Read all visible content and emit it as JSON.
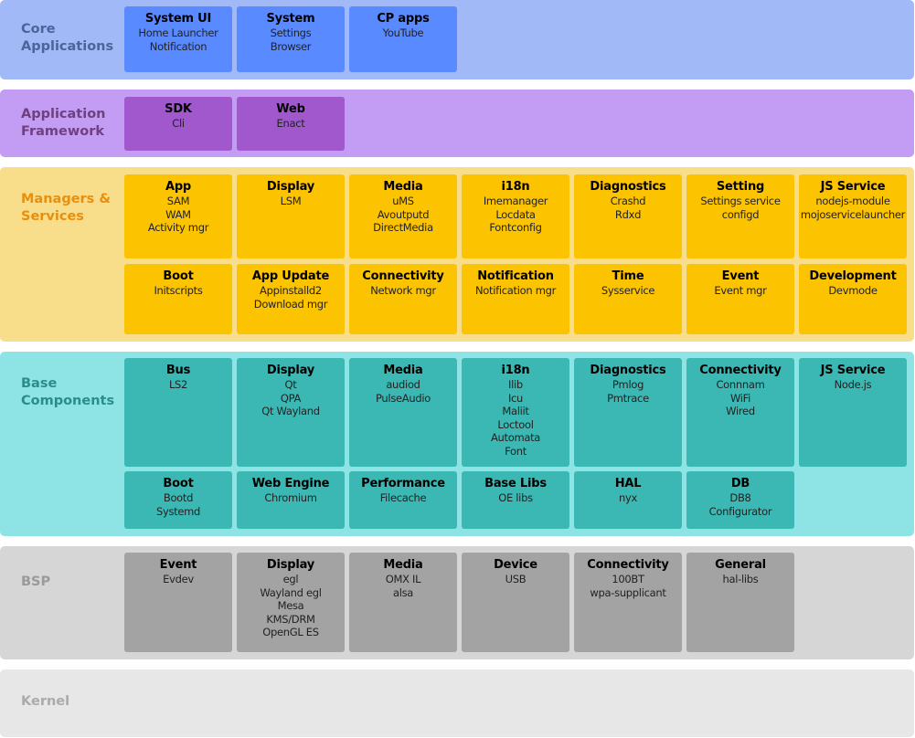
{
  "layers": [
    {
      "label": "Core\nApplications",
      "colors": {
        "bg": "#a2b9f7",
        "box": "#5a8aff"
      },
      "boxes": [
        {
          "title": "System UI",
          "items": [
            "Home Launcher",
            "Notification"
          ]
        },
        {
          "title": "System",
          "items": [
            "Settings",
            "Browser"
          ]
        },
        {
          "title": "CP apps",
          "items": [
            "YouTube"
          ]
        }
      ]
    },
    {
      "label": "Application\nFramework",
      "colors": {
        "bg": "#c39df4",
        "box": "#a058cc"
      },
      "boxes": [
        {
          "title": "SDK",
          "items": [
            "Cli"
          ]
        },
        {
          "title": "Web",
          "items": [
            "Enact"
          ]
        }
      ]
    },
    {
      "label": "Managers &\nServices",
      "colors": {
        "bg": "#f8dd8b",
        "box": "#fcc300"
      },
      "boxes": [
        {
          "title": "App",
          "items": [
            "SAM",
            "WAM",
            "Activity mgr"
          ]
        },
        {
          "title": "Display",
          "items": [
            "LSM"
          ]
        },
        {
          "title": "Media",
          "items": [
            "uMS",
            "Avoutputd",
            "DirectMedia"
          ]
        },
        {
          "title": "i18n",
          "items": [
            "Imemanager",
            "Locdata",
            "Fontconfig"
          ]
        },
        {
          "title": "Diagnostics",
          "items": [
            "Crashd",
            "Rdxd"
          ]
        },
        {
          "title": "Setting",
          "items": [
            "Settings service",
            "configd"
          ]
        },
        {
          "title": "JS Service",
          "items": [
            "nodejs-module",
            "mojoservicelauncher"
          ]
        },
        {
          "title": "Boot",
          "items": [
            "Initscripts"
          ]
        },
        {
          "title": "App Update",
          "items": [
            "Appinstalld2",
            "Download mgr"
          ]
        },
        {
          "title": "Connectivity",
          "items": [
            "Network mgr"
          ]
        },
        {
          "title": "Notification",
          "items": [
            "Notification mgr"
          ]
        },
        {
          "title": "Time",
          "items": [
            "Sysservice"
          ]
        },
        {
          "title": "Event",
          "items": [
            "Event mgr"
          ]
        },
        {
          "title": "Development",
          "items": [
            "Devmode"
          ]
        }
      ]
    },
    {
      "label": "Base\nComponents",
      "colors": {
        "bg": "#8ee4e4",
        "box": "#3bb8b3"
      },
      "boxes": [
        {
          "title": "Bus",
          "items": [
            "LS2"
          ]
        },
        {
          "title": "Display",
          "items": [
            "Qt",
            "QPA",
            "Qt Wayland"
          ]
        },
        {
          "title": "Media",
          "items": [
            "audiod",
            "PulseAudio"
          ]
        },
        {
          "title": "i18n",
          "items": [
            "Ilib",
            "Icu",
            "Maliit",
            "Loctool",
            "Automata",
            "Font"
          ]
        },
        {
          "title": "Diagnostics",
          "items": [
            "Pmlog",
            "Pmtrace"
          ]
        },
        {
          "title": "Connectivity",
          "items": [
            "Connnam",
            "WiFi",
            "Wired"
          ]
        },
        {
          "title": "JS Service",
          "items": [
            "Node.js"
          ]
        },
        {
          "title": "Boot",
          "items": [
            "Bootd",
            "Systemd"
          ]
        },
        {
          "title": "Web Engine",
          "items": [
            "Chromium"
          ]
        },
        {
          "title": "Performance",
          "items": [
            "Filecache"
          ]
        },
        {
          "title": "Base Libs",
          "items": [
            "OE libs"
          ]
        },
        {
          "title": "HAL",
          "items": [
            "nyx"
          ]
        },
        {
          "title": "DB",
          "items": [
            "DB8",
            "Configurator"
          ]
        }
      ]
    },
    {
      "label": "BSP",
      "colors": {
        "bg": "#d6d6d6",
        "box": "#a3a3a3"
      },
      "boxes": [
        {
          "title": "Event",
          "items": [
            "Evdev"
          ]
        },
        {
          "title": "Display",
          "items": [
            "egl",
            "Wayland egl",
            "Mesa",
            "KMS/DRM",
            "OpenGL ES"
          ]
        },
        {
          "title": "Media",
          "items": [
            "OMX IL",
            "alsa"
          ]
        },
        {
          "title": "Device",
          "items": [
            "USB"
          ]
        },
        {
          "title": "Connectivity",
          "items": [
            "100BT",
            "wpa-supplicant"
          ]
        },
        {
          "title": "General",
          "items": [
            "hal-libs"
          ]
        }
      ]
    },
    {
      "label": "Kernel",
      "colors": {
        "bg": "#e7e7e7"
      },
      "boxes": []
    }
  ]
}
